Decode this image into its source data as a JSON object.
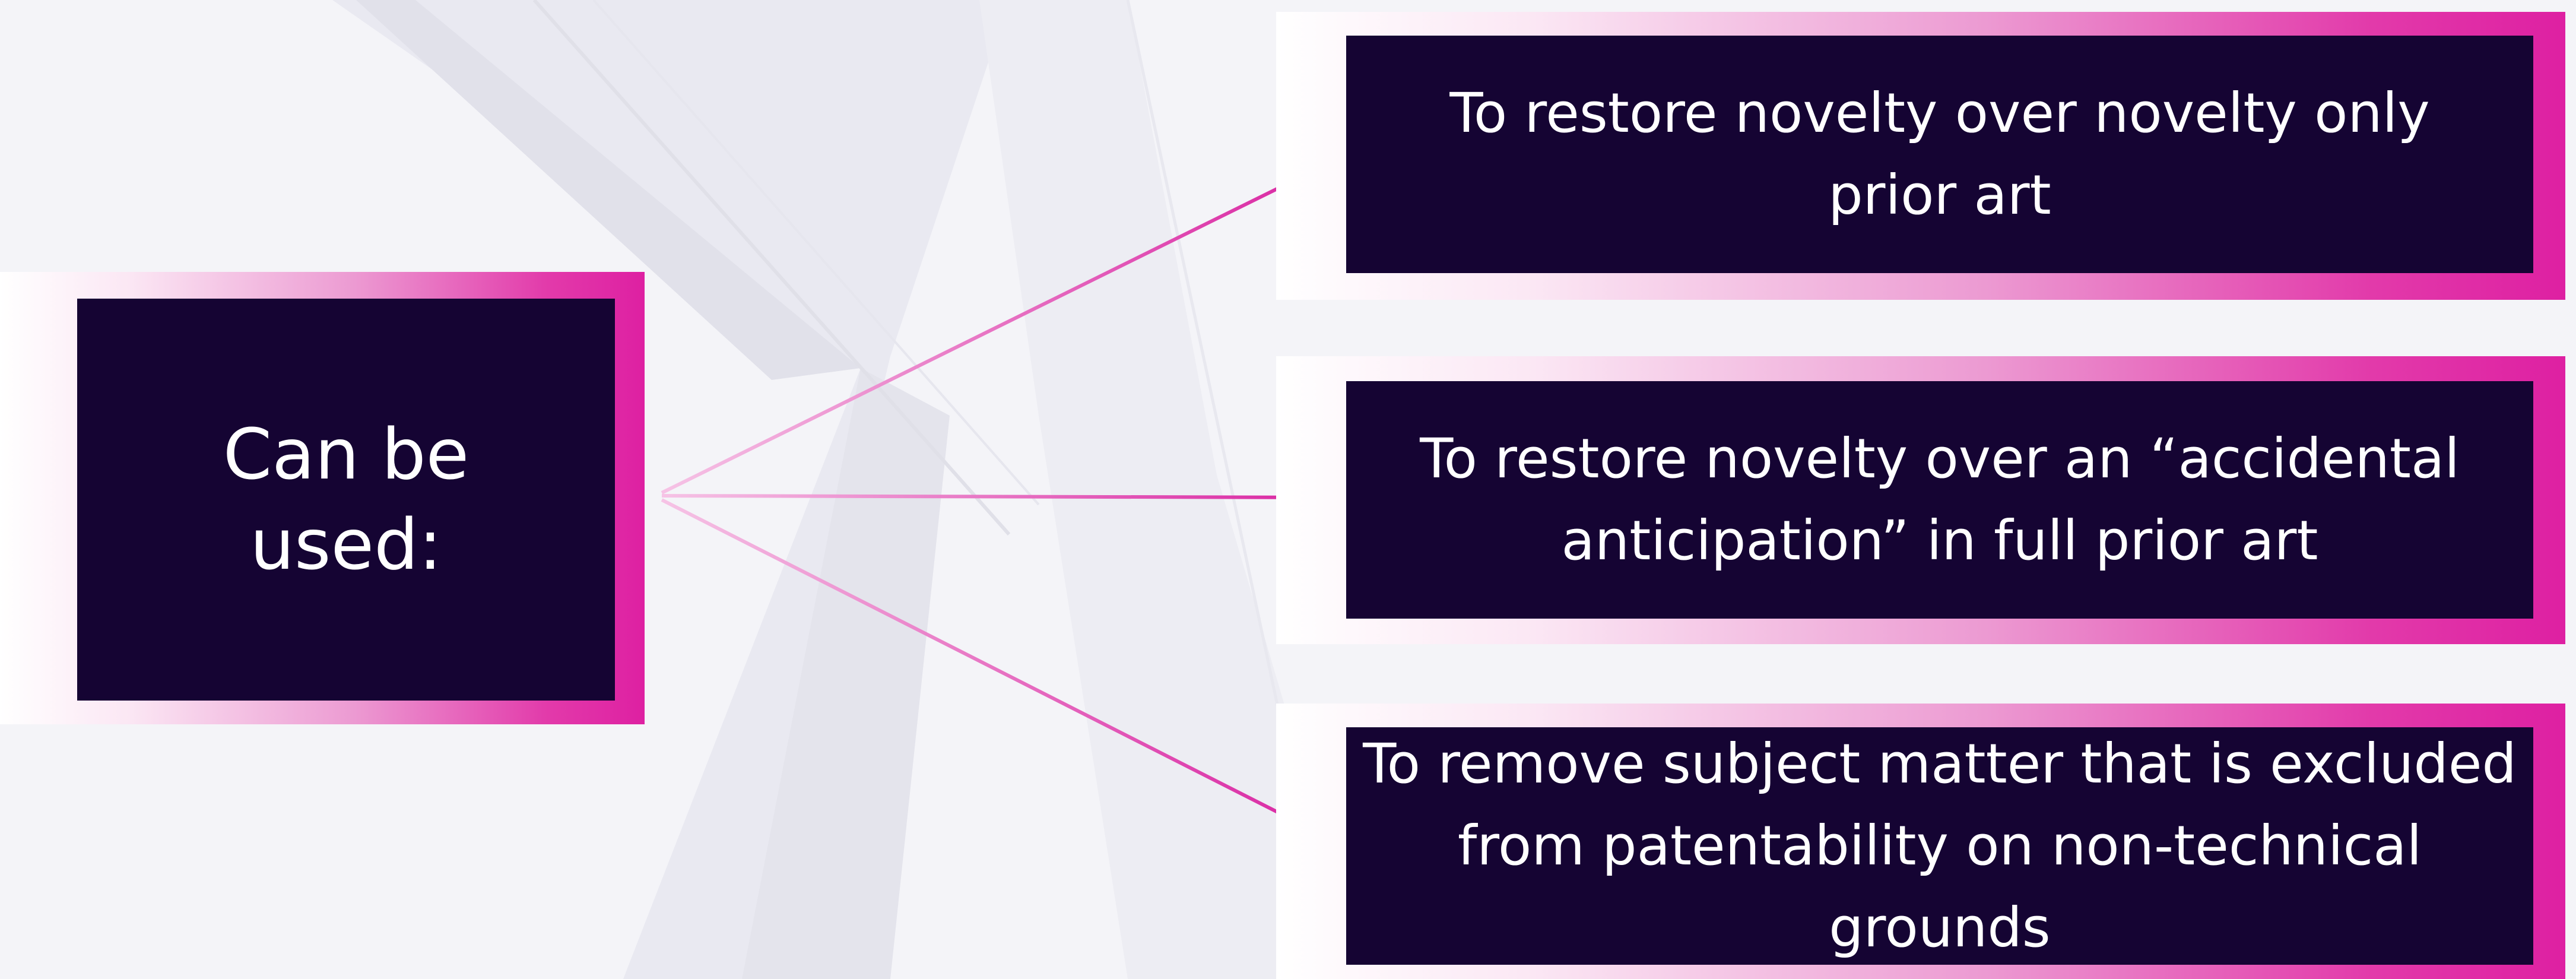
{
  "diagram": {
    "source_box": {
      "line1": "Can be",
      "line2": "used:"
    },
    "targets": [
      {
        "line1": "To restore novelty over novelty only",
        "line2": "prior art"
      },
      {
        "line1": "To restore novelty over an “accidental",
        "line2": "anticipation” in full prior art"
      },
      {
        "line1": "To remove subject matter that is excluded",
        "line2": "from patentability on non-technical grounds"
      }
    ]
  },
  "colors": {
    "box_fill": "#150433",
    "accent_magenta": "#de20a2",
    "text": "#ffffff",
    "background": "#f3f3f7"
  }
}
